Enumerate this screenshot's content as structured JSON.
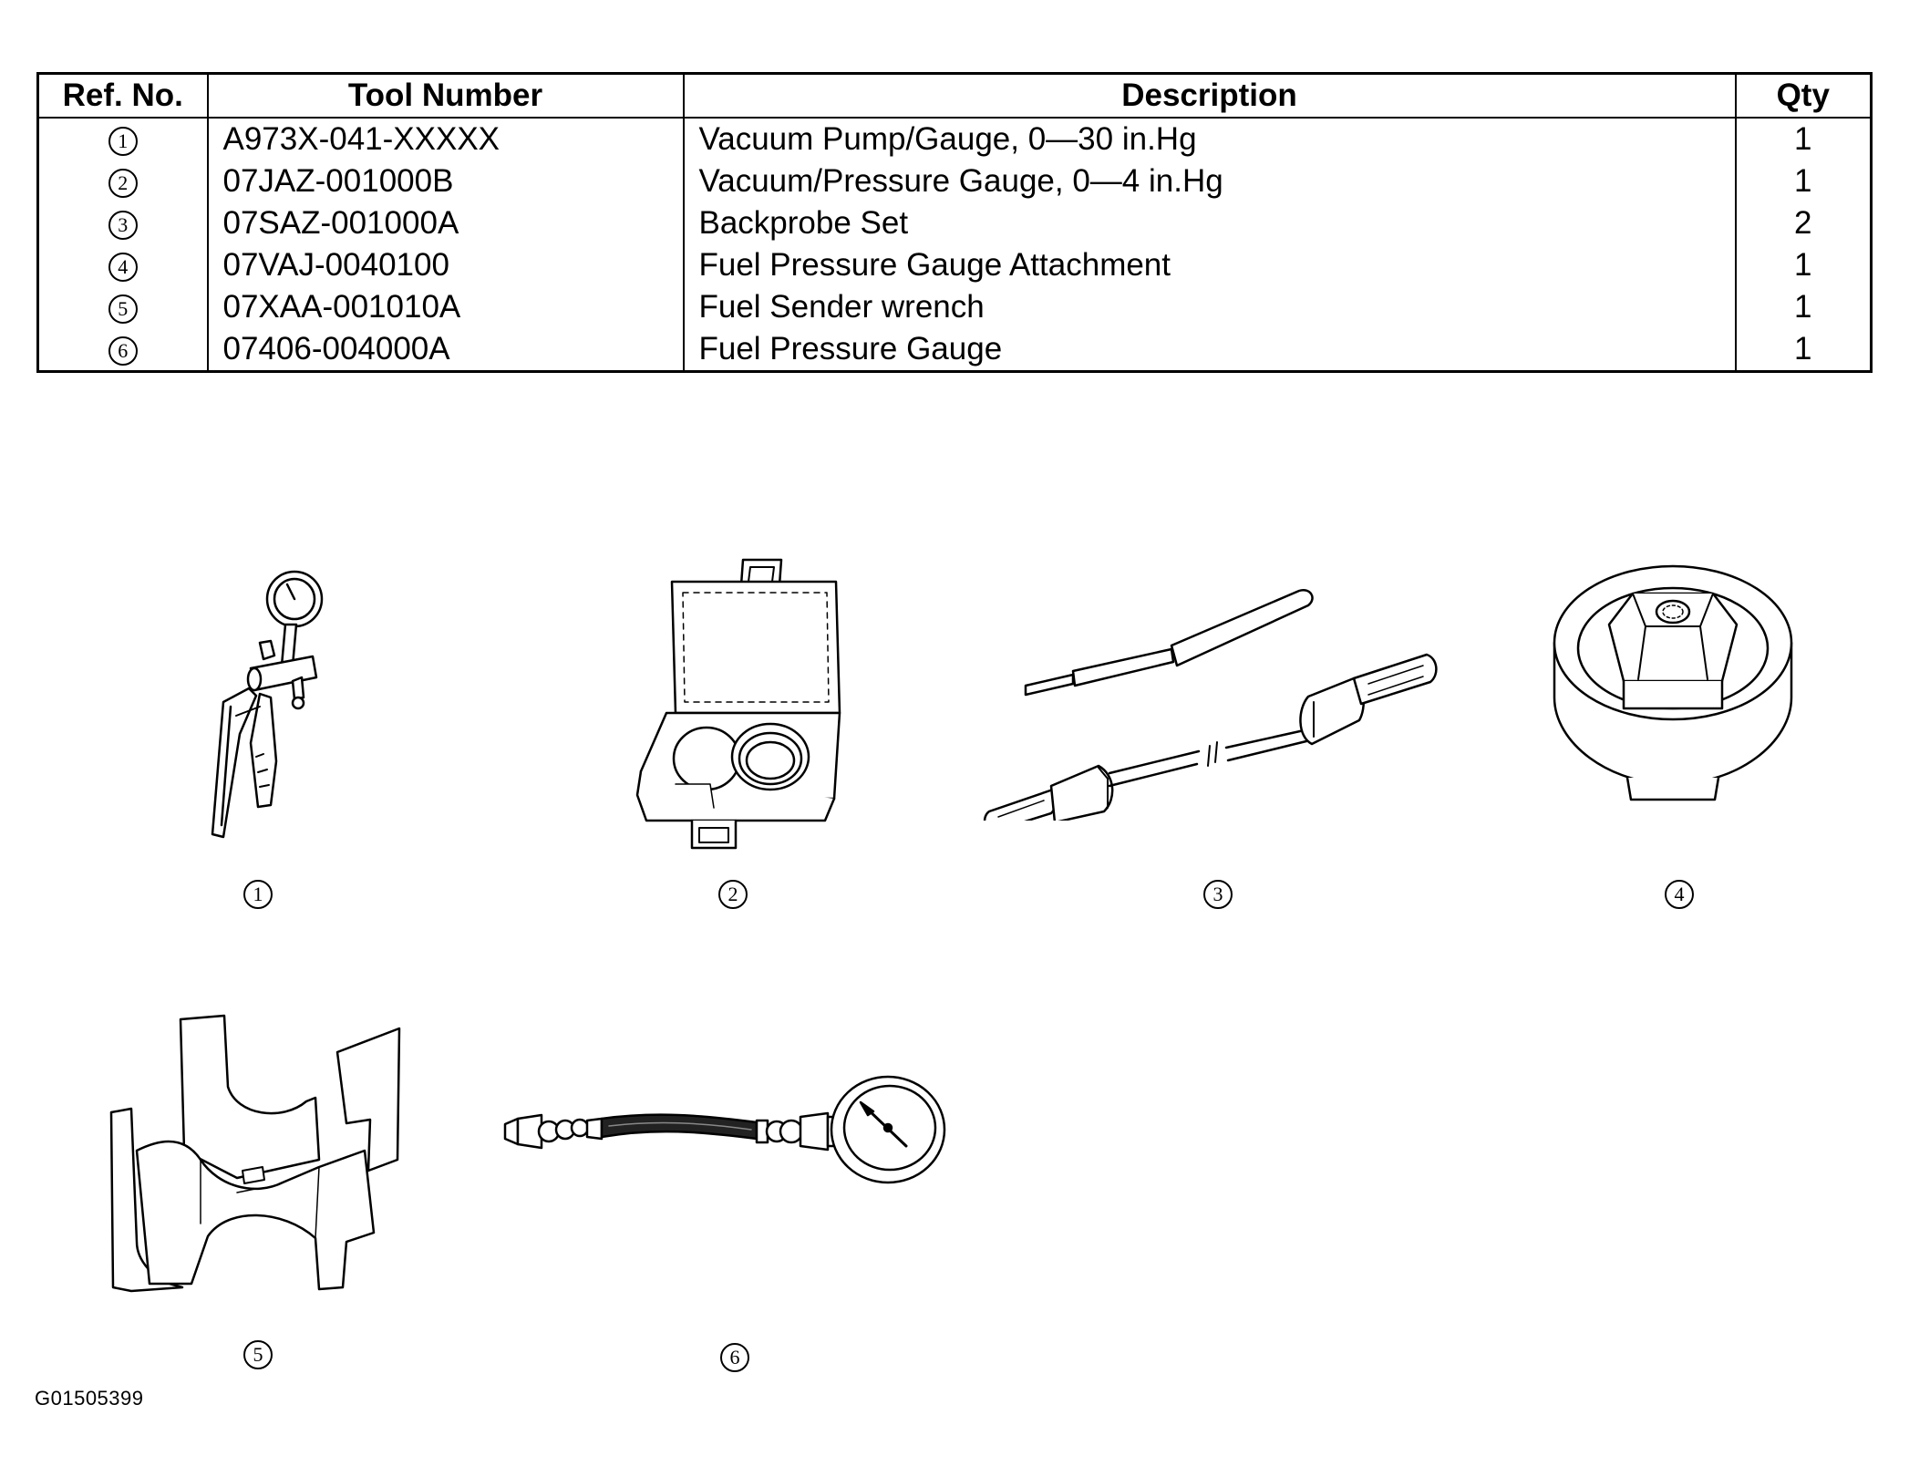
{
  "table": {
    "headers": {
      "ref_no": "Ref. No.",
      "tool_number": "Tool Number",
      "description": "Description",
      "qty": "Qty"
    },
    "rows": [
      {
        "ref": "1",
        "tool_number": "A973X-041-XXXXX",
        "description": "Vacuum Pump/Gauge, 0—30 in.Hg",
        "qty": "1"
      },
      {
        "ref": "2",
        "tool_number": "07JAZ-001000B",
        "description": "Vacuum/Pressure Gauge, 0—4 in.Hg",
        "qty": "1"
      },
      {
        "ref": "3",
        "tool_number": "07SAZ-001000A",
        "description": "Backprobe Set",
        "qty": "2"
      },
      {
        "ref": "4",
        "tool_number": "07VAJ-0040100",
        "description": "Fuel Pressure Gauge Attachment",
        "qty": "1"
      },
      {
        "ref": "5",
        "tool_number": "07XAA-001010A",
        "description": "Fuel Sender wrench",
        "qty": "1"
      },
      {
        "ref": "6",
        "tool_number": "07406-004000A",
        "description": "Fuel Pressure Gauge",
        "qty": "1"
      }
    ]
  },
  "figures": [
    {
      "ref": "1",
      "icon": "vacuum-pump-gauge-icon"
    },
    {
      "ref": "2",
      "icon": "gauge-case-icon"
    },
    {
      "ref": "3",
      "icon": "backprobe-set-icon"
    },
    {
      "ref": "4",
      "icon": "gauge-attachment-icon"
    },
    {
      "ref": "5",
      "icon": "sender-wrench-icon"
    },
    {
      "ref": "6",
      "icon": "fuel-pressure-gauge-icon"
    }
  ],
  "figure_code": "G01505399"
}
